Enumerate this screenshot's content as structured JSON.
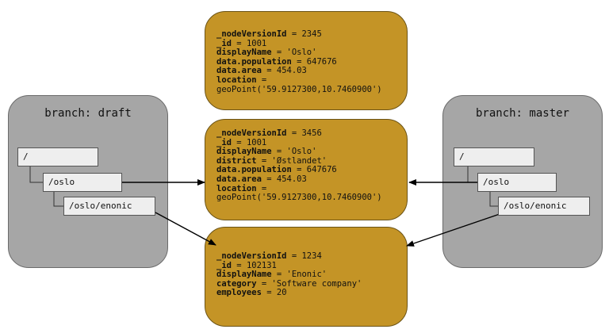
{
  "branches": {
    "draft": {
      "title": "branch: draft",
      "nodes": [
        "/",
        "/oslo",
        "/oslo/enonic"
      ]
    },
    "master": {
      "title": "branch: master",
      "nodes": [
        "/",
        "/oslo",
        "/oslo/enonic"
      ]
    }
  },
  "versions": [
    {
      "lines": [
        {
          "k": "_nodeVersionId",
          "sep": " = ",
          "v": "2345"
        },
        {
          "k": "_id",
          "sep": " = ",
          "v": "1001"
        },
        {
          "k": "displayName",
          "sep": " = ",
          "v": "'Oslo'"
        },
        {
          "k": "data.population",
          "sep": " = ",
          "v": "647676"
        },
        {
          "k": "data.area",
          "sep": " = ",
          "v": "454.03"
        },
        {
          "k": "location",
          "sep": " =",
          "v": ""
        },
        {
          "k": "",
          "sep": "",
          "v": "geoPoint('59.9127300,10.7460900')"
        }
      ]
    },
    {
      "lines": [
        {
          "k": "_nodeVersionId",
          "sep": " = ",
          "v": "3456"
        },
        {
          "k": "_id",
          "sep": " = ",
          "v": "1001"
        },
        {
          "k": "displayName",
          "sep": " = ",
          "v": "'Oslo'"
        },
        {
          "k": "district",
          "sep": " = ",
          "v": "'Østlandet'"
        },
        {
          "k": "data.population",
          "sep": " = ",
          "v": "647676"
        },
        {
          "k": "data.area",
          "sep": " = ",
          "v": "454.03"
        },
        {
          "k": "location",
          "sep": " =",
          "v": ""
        },
        {
          "k": "",
          "sep": "",
          "v": "geoPoint('59.9127300,10.7460900')"
        }
      ]
    },
    {
      "lines": [
        {
          "k": "_nodeVersionId",
          "sep": " = ",
          "v": "1234"
        },
        {
          "k": "_id",
          "sep": " = ",
          "v": "102131"
        },
        {
          "k": "displayName",
          "sep": " = ",
          "v": "'Enonic'"
        },
        {
          "k": "category",
          "sep": " = ",
          "v": "'Software company'"
        },
        {
          "k": "employees",
          "sep": " = ",
          "v": "20"
        }
      ]
    }
  ],
  "colors": {
    "branch_fill": "#a6a6a6",
    "node_fill": "#eeeeee",
    "version_fill": "#c49426"
  }
}
